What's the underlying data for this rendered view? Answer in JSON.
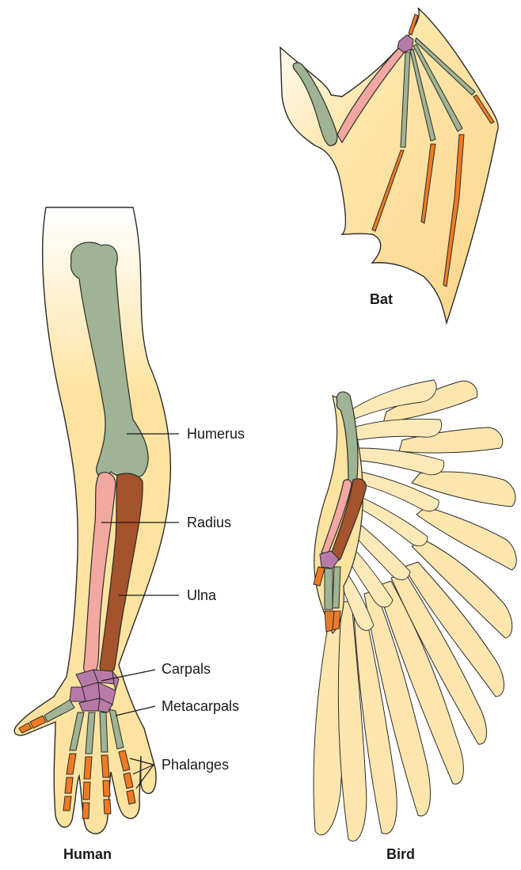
{
  "captions": {
    "human": "Human",
    "bat": "Bat",
    "bird": "Bird"
  },
  "labels": {
    "humerus": "Humerus",
    "radius": "Radius",
    "ulna": "Ulna",
    "carpals": "Carpals",
    "metacarpals": "Metacarpals",
    "phalanges": "Phalanges"
  },
  "colors": {
    "skin": "#fde3a0",
    "skin_outline": "#2b2b2b",
    "humerus": "#9eb494",
    "radius": "#f2a8a0",
    "ulna": "#a4532c",
    "carpals": "#b77aa8",
    "metacarpals": "#9eb494",
    "phalanges": "#f07a22",
    "feather": "#fde6ad"
  }
}
